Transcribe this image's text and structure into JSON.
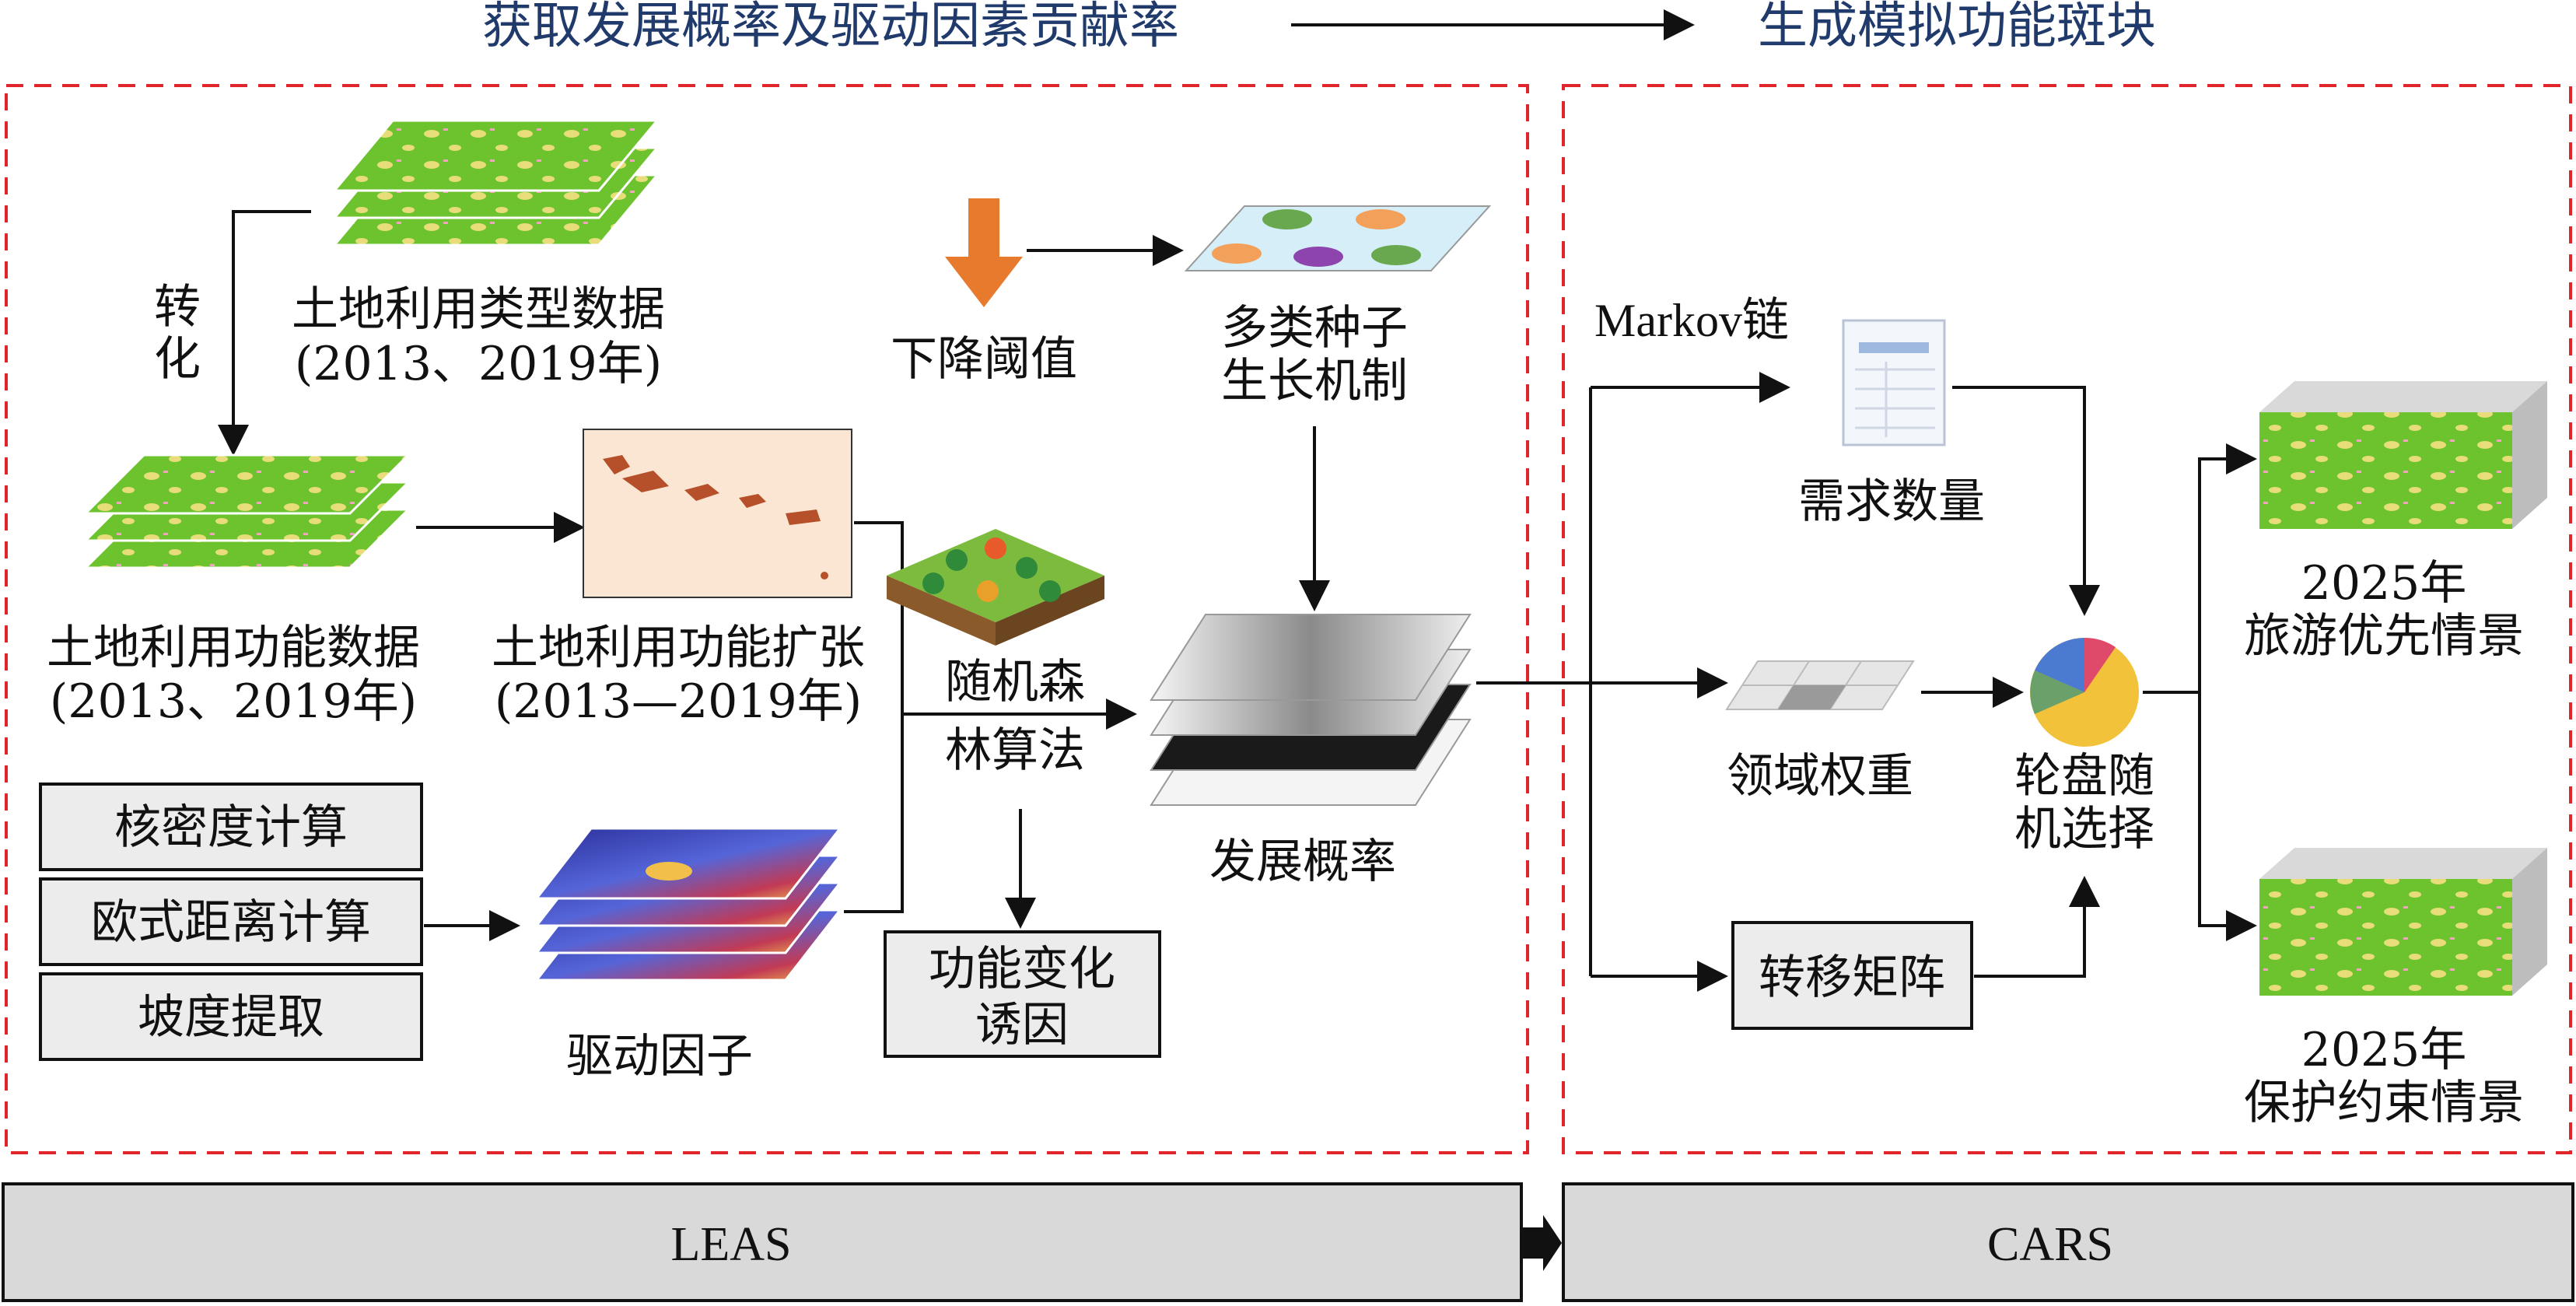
{
  "header": {
    "left": "获取发展概率及驱动因素贡献率",
    "right": "生成模拟功能斑块"
  },
  "leas": {
    "landuse_type": [
      "土地利用类型数据",
      "(2013、2019年)"
    ],
    "convert": [
      "转",
      "化"
    ],
    "landuse_function": [
      "土地利用功能数据",
      "(2013、2019年)"
    ],
    "function_expansion": [
      "土地利用功能扩张",
      "(2013—2019年)"
    ],
    "methods": [
      "核密度计算",
      "欧式距离计算",
      "坡度提取"
    ],
    "drivers": "驱动因子",
    "random_forest": [
      "随机森",
      "林算法"
    ],
    "change_cause": [
      "功能变化",
      "诱因"
    ],
    "threshold": "下降阈值",
    "seed": [
      "多类种子",
      "生长机制"
    ],
    "probability": "发展概率"
  },
  "cars": {
    "markov": "Markov链",
    "demand": "需求数量",
    "neighborhood": "领域权重",
    "transfer": "转移矩阵",
    "roulette": [
      "轮盘随",
      "机选择"
    ],
    "scenario1": [
      "2025年",
      "旅游优先情景"
    ],
    "scenario2": [
      "2025年",
      "保护约束情景"
    ]
  },
  "bars": {
    "left": "LEAS",
    "right": "CARS"
  },
  "colors": {
    "dash": "#e0262a",
    "header_text": "#1f3a6b",
    "land_green": "#6cc32d",
    "land_yellow": "#e8dd7a",
    "arrow_orange": "#e87a2e",
    "bar_fill": "#d9d9d9"
  }
}
